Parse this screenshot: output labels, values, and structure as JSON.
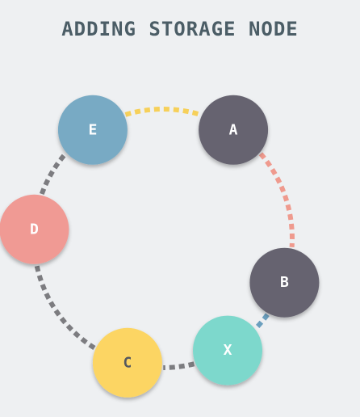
{
  "title": "ADDING STORAGE NODE",
  "colors": {
    "background": "#eef0f2",
    "title": "#4b5d66",
    "dark_node": "#666470",
    "blue_node": "#78aac4",
    "pink_node": "#f09a94",
    "yellow_node": "#fcd564",
    "teal_node": "#7dd8cc",
    "gray_link": "#7c7c80",
    "yellow_link": "#f6d05a",
    "pink_link": "#ef9a8e",
    "blue_link": "#6b9fbe"
  },
  "nodes": [
    {
      "id": "A",
      "label": "A",
      "fill": "#666470",
      "text": "#ffffff"
    },
    {
      "id": "B",
      "label": "B",
      "fill": "#666470",
      "text": "#ffffff"
    },
    {
      "id": "X",
      "label": "X",
      "fill": "#7dd8cc",
      "text": "#ffffff"
    },
    {
      "id": "C",
      "label": "C",
      "fill": "#fcd564",
      "text": "#55585e"
    },
    {
      "id": "D",
      "label": "D",
      "fill": "#f09a94",
      "text": "#ffffff"
    },
    {
      "id": "E",
      "label": "E",
      "fill": "#78aac4",
      "text": "#ffffff"
    }
  ],
  "links": [
    {
      "from": "E",
      "to": "A",
      "color": "#f6d05a"
    },
    {
      "from": "A",
      "to": "B",
      "color": "#ef9a8e"
    },
    {
      "from": "B",
      "to": "X",
      "color": "#6b9fbe"
    },
    {
      "from": "X",
      "to": "C",
      "color": "#7c7c80"
    },
    {
      "from": "C",
      "to": "D",
      "color": "#7c7c80"
    },
    {
      "from": "D",
      "to": "E",
      "color": "#7c7c80"
    }
  ]
}
